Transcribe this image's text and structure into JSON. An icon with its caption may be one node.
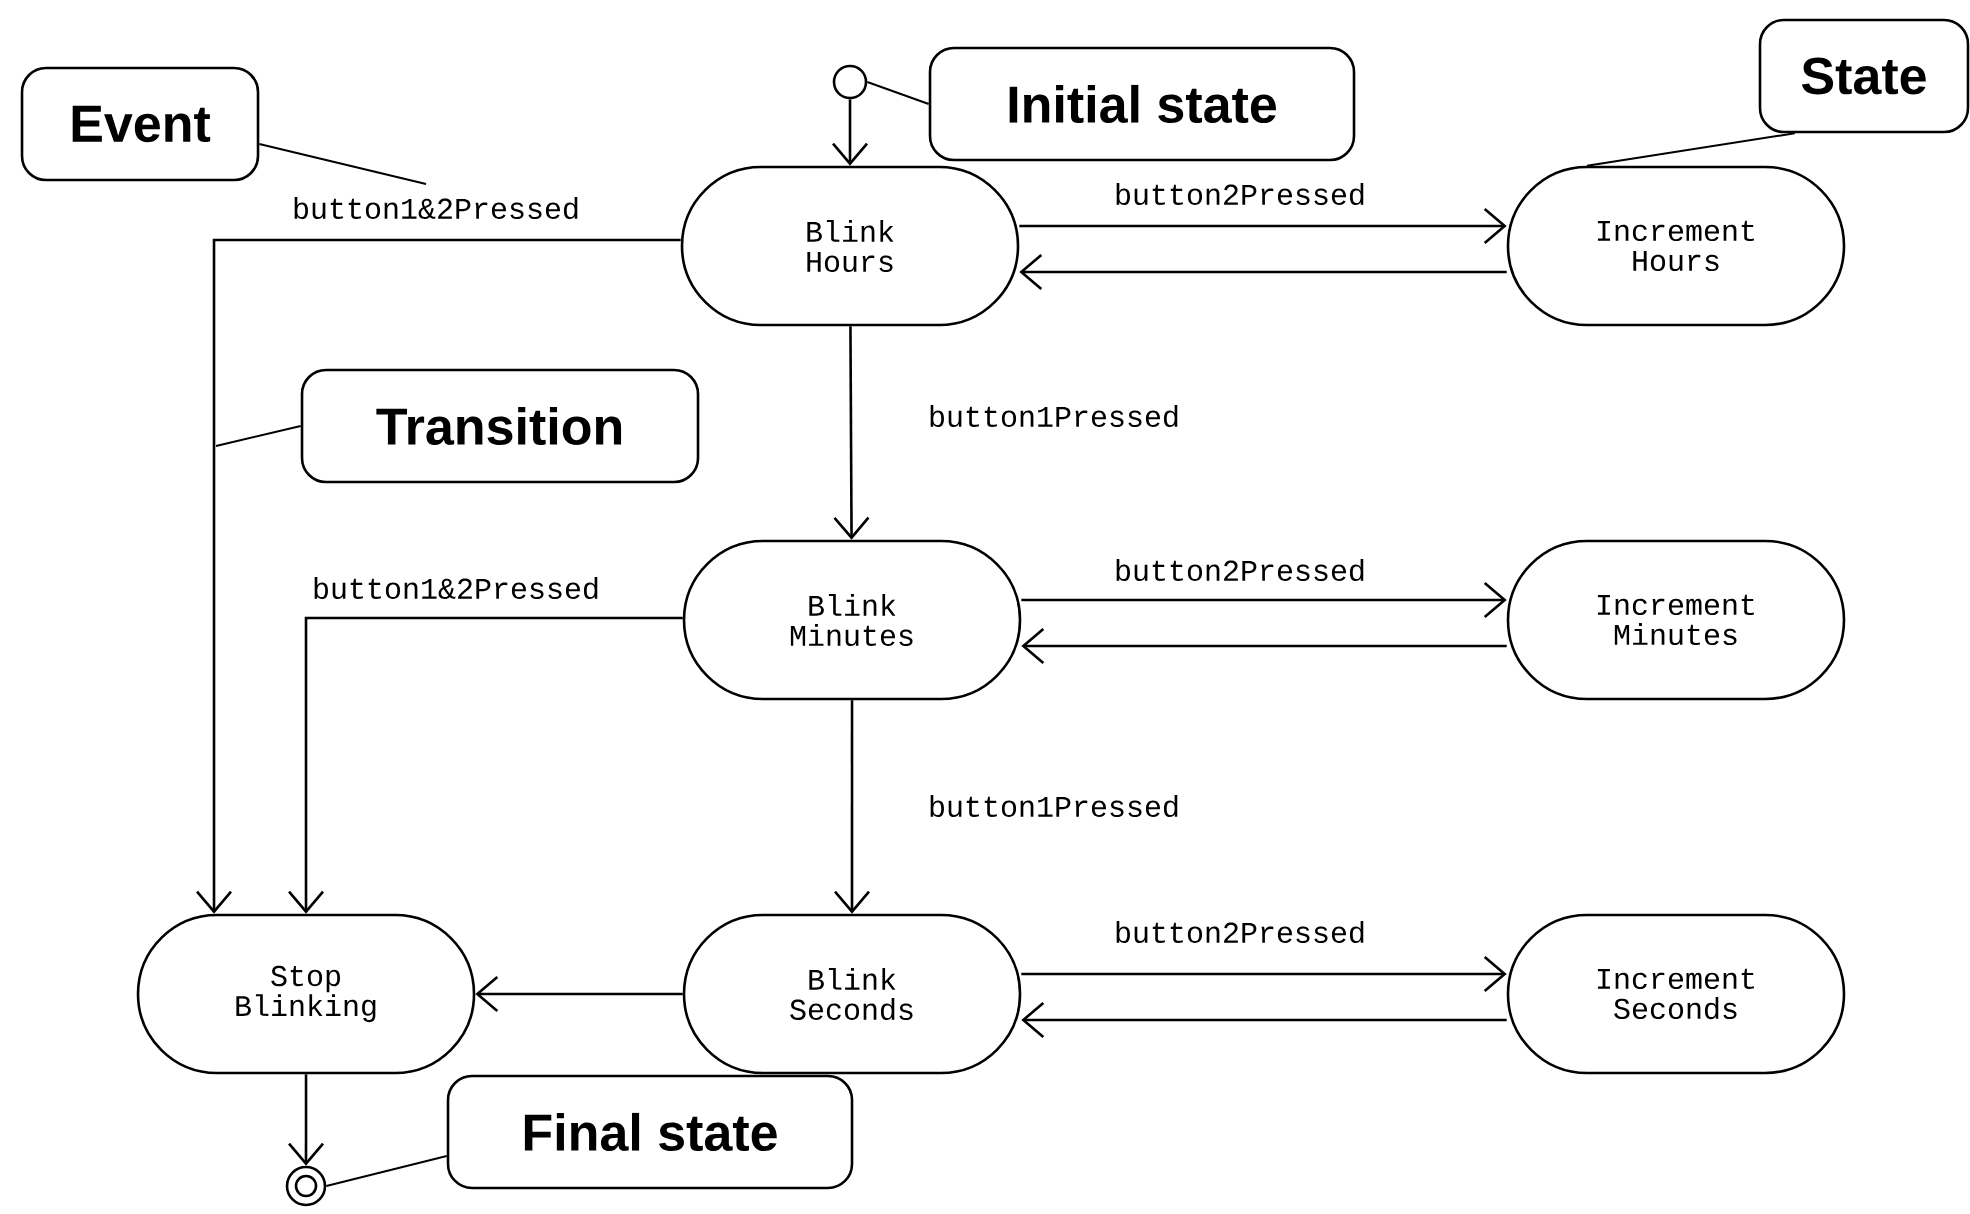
{
  "diagram": {
    "nodes": [
      {
        "text": [],
        "shape": "circle"
      },
      {
        "text": [
          "Blink Hours"
        ]
      },
      {
        "text": [
          "Increment Hours"
        ]
      },
      {
        "text": [
          "Blink Minutes"
        ]
      },
      {
        "text": [
          "Increment Minutes"
        ]
      },
      {
        "text": [
          "Blink Seconds"
        ]
      },
      {
        "text": [
          "Increment Seconds"
        ]
      },
      {
        "text": [
          "Stop Blinking"
        ]
      },
      {
        "text": [],
        "shape": "bullseye"
      },
      {
        "text": [
          "Event"
        ]
      },
      {
        "text": [
          "Initial state"
        ]
      },
      {
        "text": [
          "State"
        ]
      },
      {
        "text": [
          "Transition"
        ]
      },
      {
        "text": [
          "Final state"
        ]
      }
    ],
    "edges": [
      {
        "from": 0,
        "to": 1,
        "arrow": "to"
      },
      {
        "from": 1,
        "to": 2,
        "arrow": "to",
        "label": "button2Pressed"
      },
      {
        "from": 2,
        "to": 1,
        "arrow": "to"
      },
      {
        "from": 1,
        "to": 3,
        "arrow": "to",
        "label": "button1Pressed"
      },
      {
        "from": 1,
        "to": 7,
        "arrow": "to",
        "label": "button1&2Pressed"
      },
      {
        "from": 3,
        "to": 4,
        "arrow": "to",
        "label": "button2Pressed"
      },
      {
        "from": 4,
        "to": 3,
        "arrow": "to"
      },
      {
        "from": 3,
        "to": 7,
        "arrow": "to",
        "label": "button1&2Pressed"
      },
      {
        "from": 3,
        "to": 5,
        "arrow": "to",
        "label": "button1Pressed"
      },
      {
        "from": 5,
        "to": 6,
        "arrow": "to",
        "label": "button2Pressed"
      },
      {
        "from": 6,
        "to": 5,
        "arrow": "to"
      },
      {
        "from": 5,
        "to": 7,
        "arrow": "to"
      },
      {
        "from": 7,
        "to": 8,
        "arrow": "to"
      },
      {
        "from": 9,
        "to": null,
        "arrow": "none"
      },
      {
        "from": 10,
        "to": 0,
        "arrow": "none"
      },
      {
        "from": 11,
        "to": 2,
        "arrow": "none"
      },
      {
        "from": 12,
        "to": null,
        "arrow": "none"
      },
      {
        "from": 13,
        "to": 8,
        "arrow": "none"
      }
    ]
  }
}
